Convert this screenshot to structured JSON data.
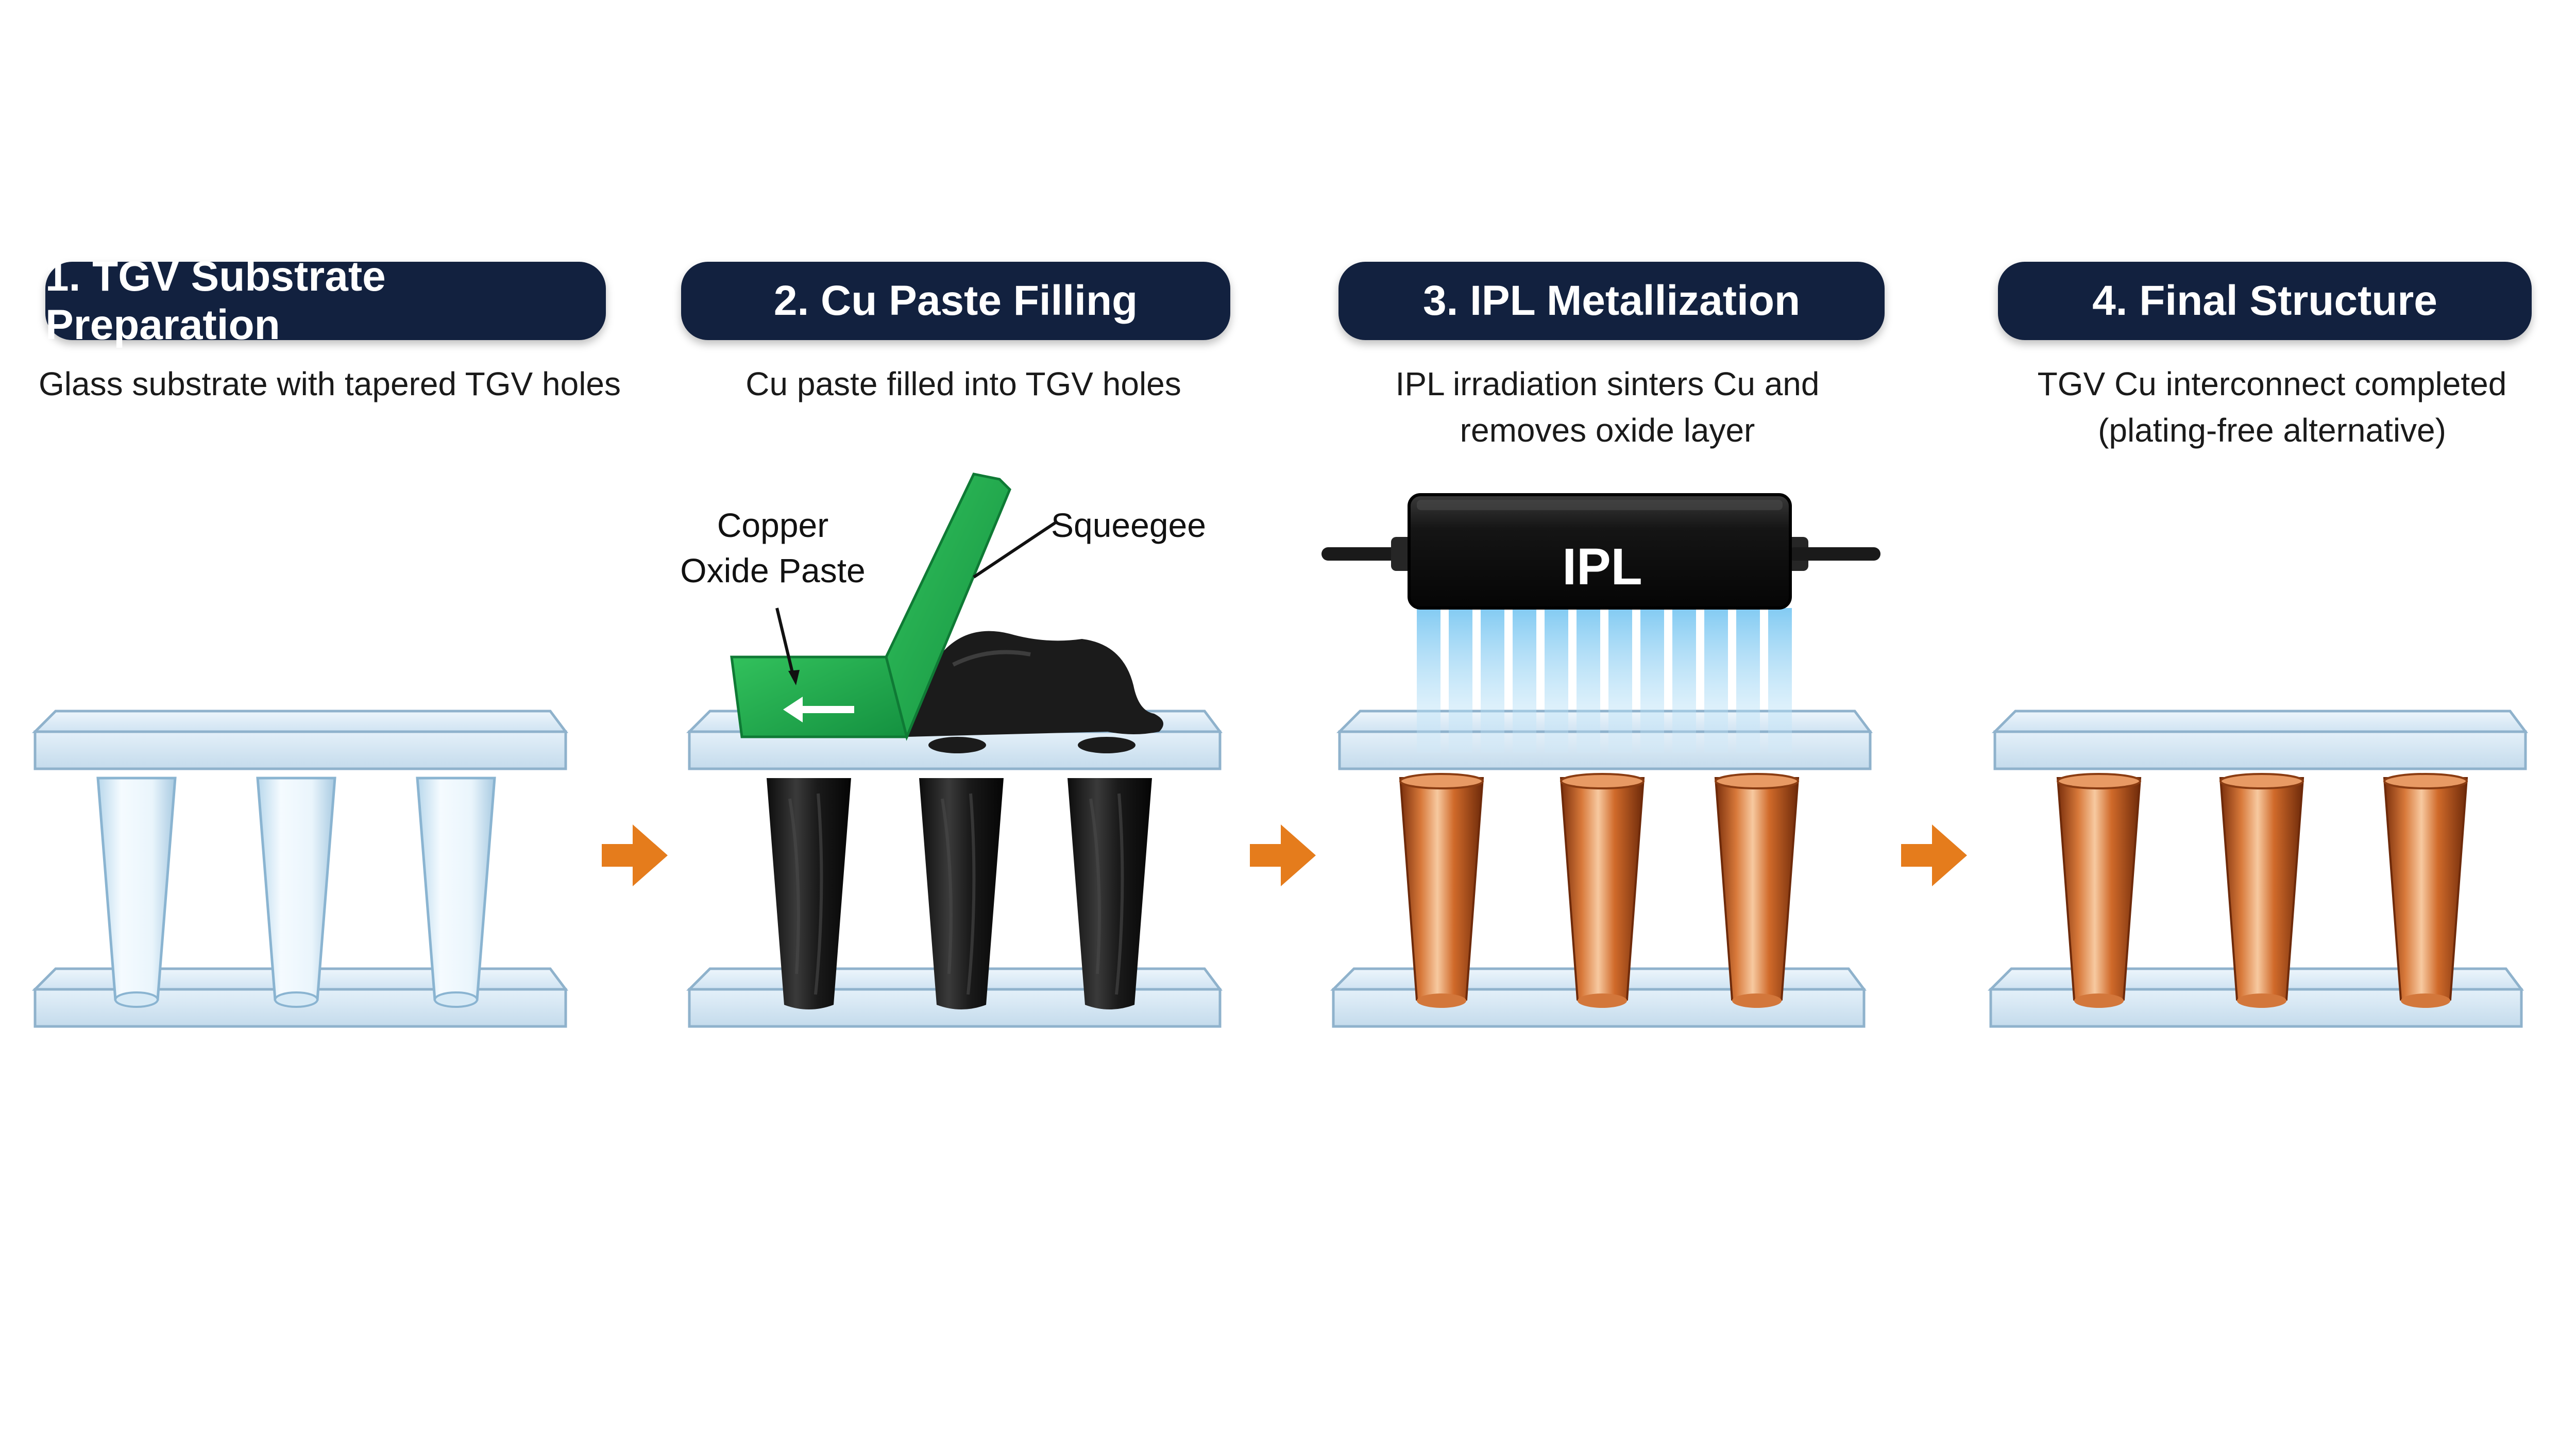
{
  "steps": [
    {
      "title": "1. TGV Substrate Preparation",
      "caption_lines": [
        "Glass substrate with tapered TGV holes"
      ]
    },
    {
      "title": "2. Cu Paste Filling",
      "caption_lines": [
        "Cu paste filled into TGV holes"
      ]
    },
    {
      "title": "3. IPL Metallization",
      "caption_lines": [
        "IPL irradiation sinters Cu and",
        "removes oxide layer"
      ]
    },
    {
      "title": "4. Final Structure",
      "caption_lines": [
        "TGV Cu interconnect completed",
        "(plating-free alternative)"
      ]
    }
  ],
  "labels": {
    "copper_paste_lines": [
      "Copper",
      "Oxide Paste"
    ],
    "squeegee": "Squeegee",
    "ipl_lamp": "IPL"
  },
  "colors": {
    "header_bg": "#12213f",
    "glass": "#dcecf7",
    "glass_edge": "#8fb2cc",
    "arrow": "#e57c1c",
    "squeegee": "#1ea84a",
    "paste": "#1b1b1b",
    "copper": "#c8642a",
    "ipl_light": "#9fd6f5"
  }
}
